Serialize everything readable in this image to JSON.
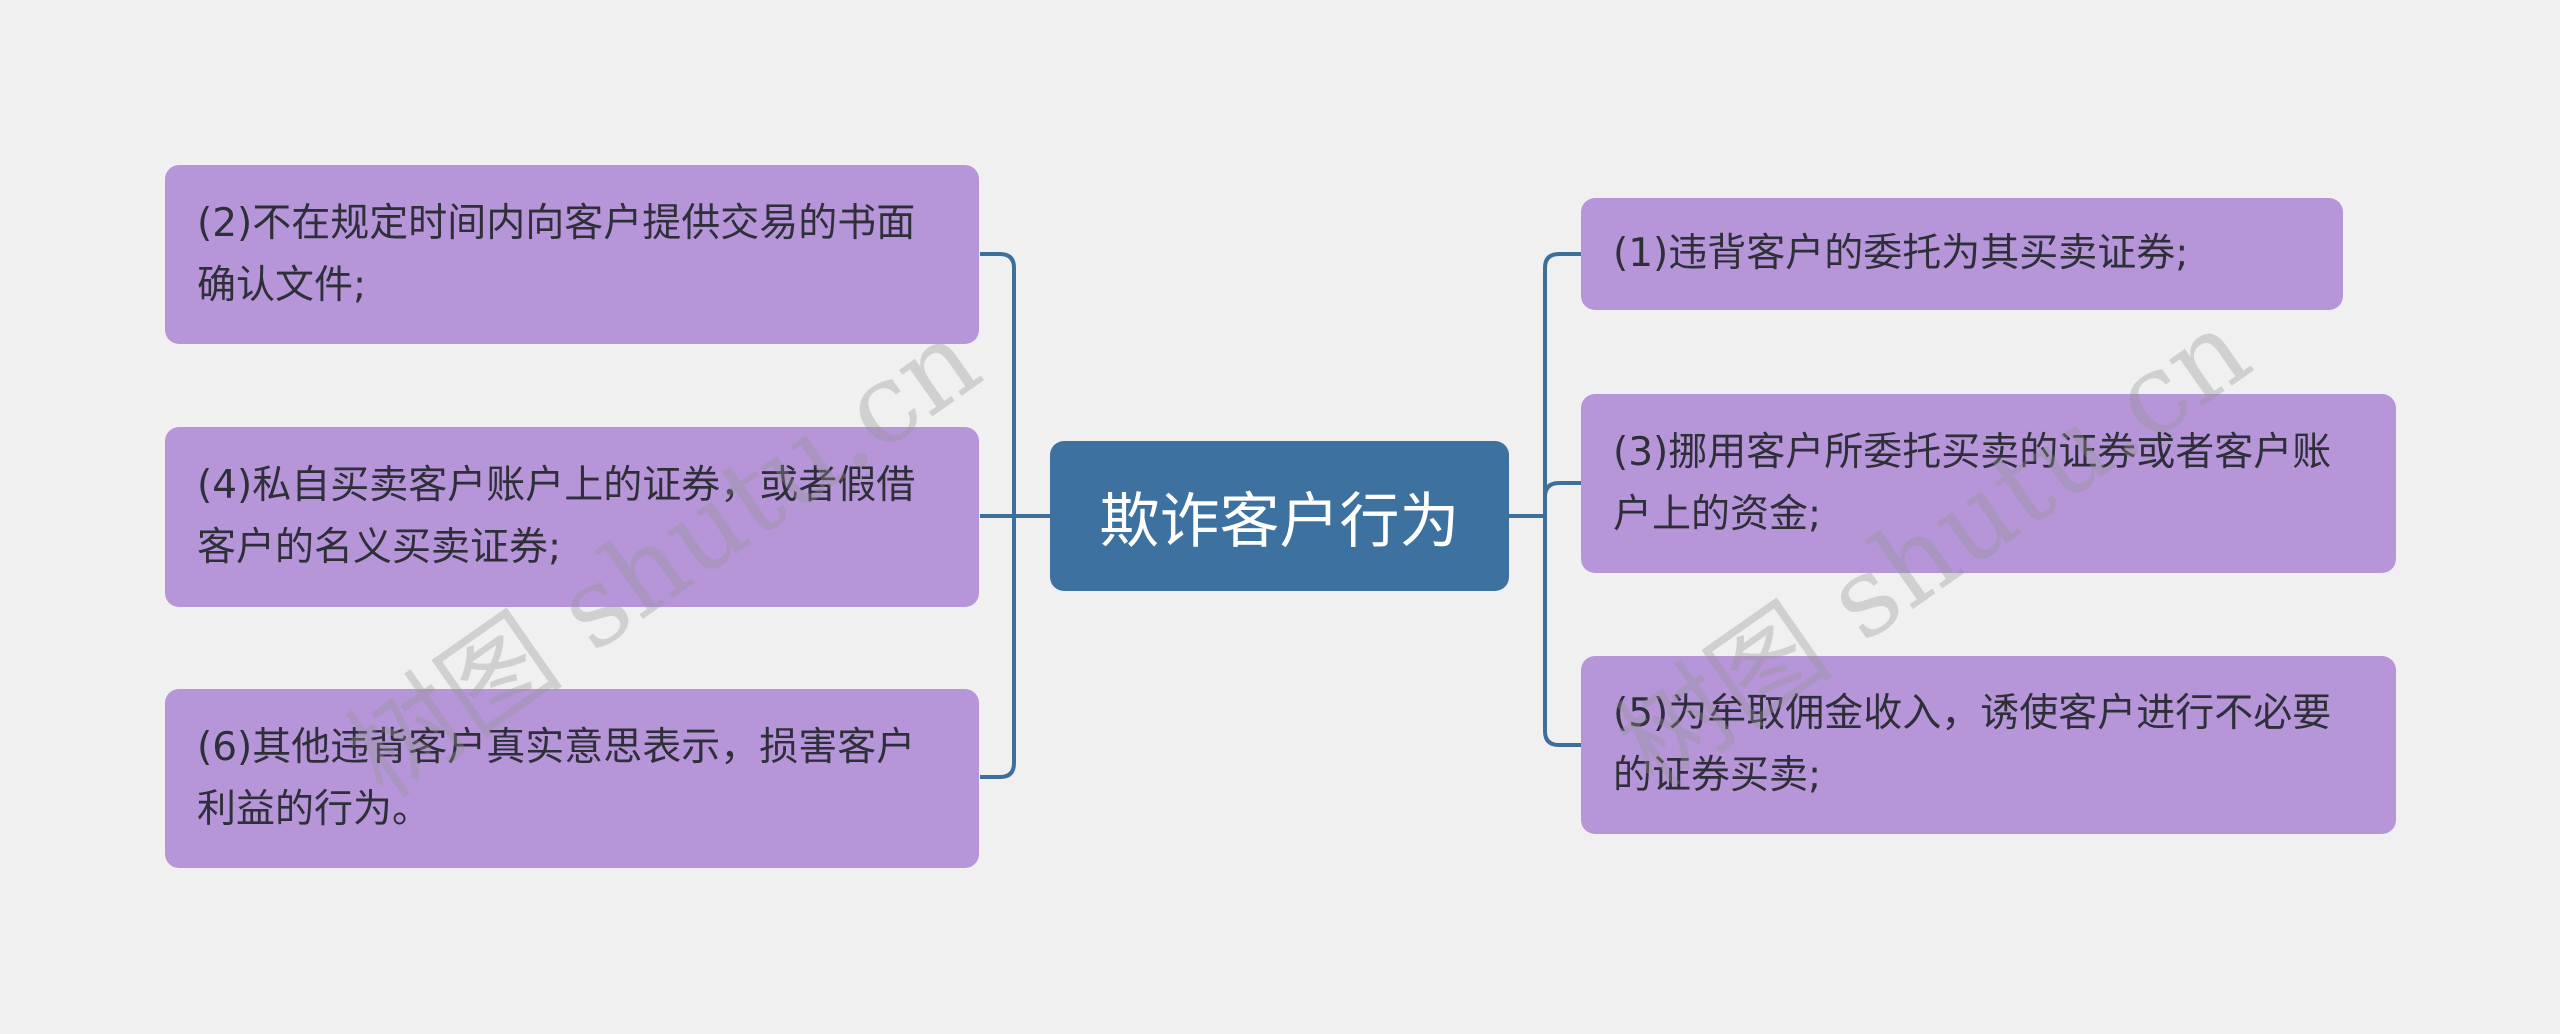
{
  "center": {
    "label": "欺诈客户行为"
  },
  "left_nodes": [
    {
      "label": "(2)不在规定时间内向客户提供交易的书面确认文件;"
    },
    {
      "label": "(4)私自买卖客户账户上的证券，或者假借客户的名义买卖证券;"
    },
    {
      "label": "(6)其他违背客户真实意思表示，损害客户利益的行为。"
    }
  ],
  "right_nodes": [
    {
      "label": "(1)违背客户的委托为其买卖证券;"
    },
    {
      "label": "(3)挪用客户所委托买卖的证券或者客户账户上的资金;"
    },
    {
      "label": "(5)为牟取佣金收入，诱使客户进行不必要的证券买卖;"
    }
  ],
  "watermark": "树图 shutu.cn",
  "colors": {
    "node": "#b696d9",
    "center": "#3d72a0",
    "line": "#3d6f9a",
    "background": "#f0f0f0"
  }
}
